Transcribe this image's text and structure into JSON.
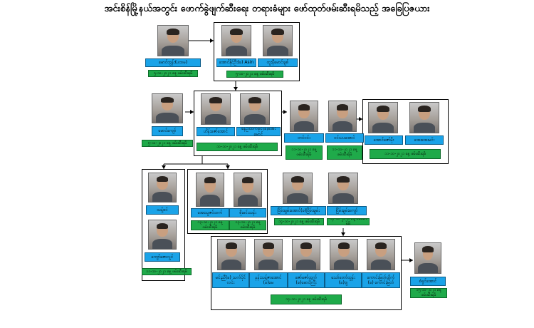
{
  "title": "အင်းစိန်မြို့နယ်အတွင်း ဖောက်ခွဲဖျက်ဆီးရေး တရားခံများ ဖော်ထုတ်ဖမ်းဆီးရမိသည့် အခြေပြဇယား",
  "people": [
    {
      "label": "မောင်ထွန်း(ပထမ)",
      "tag": "၅-၁၀-၂၀၂၁ နေ့ ဖမ်းဆီးရမိ"
    },
    {
      "label": "အောင်နိုင်ဦး(ခ) Asin",
      "tag": ""
    },
    {
      "label": "ထူးနီမောင်ချစ်",
      "tag": ""
    },
    {
      "label": "",
      "tag": "၅-၁၀-၂၀၂၁ နေ့ ဖမ်းဆီးရမိ"
    },
    {
      "label": "မောင်ကျော်",
      "tag": "၅-၁၀-၂၀၂၁ နေ့ ဖမ်းဆီးရမိ"
    },
    {
      "label": "ဟိန်းဇော်အောင်",
      "tag": ""
    },
    {
      "label": "နေဦးထက်ခိုင်(ခ)အေးမောင်",
      "tag": ""
    },
    {
      "label": "",
      "tag": "၁၀-၁၀-၂၀၂၁ နေ့ ဖမ်းဆီးရမိ"
    },
    {
      "label": "တင်ဝင်း",
      "tag": "၁၁-၁၀-၂၀၂၁ နေ့ ဖမ်းဆီးရမိ"
    },
    {
      "label": "ဝင်းပပအောင်",
      "tag": "၁၁-၁၀-၂၀၂၁ နေ့ ဖမ်းဆီးရမိ"
    },
    {
      "label": "အောင်ဇော်မိုး",
      "tag": ""
    },
    {
      "label": "အေးအေးမင်း",
      "tag": ""
    },
    {
      "label": "",
      "tag": "၁၁-၁၀-၂၀၂၁ နေ့ ဖမ်းဆီးရမိ"
    },
    {
      "label": "သန့်စင်",
      "tag": ""
    },
    {
      "label": "ကျော်ဇောလွင်",
      "tag": "၁၁-၁၀-၂၀၂၁ နေ့ ဖမ်းဆီးရမိ"
    },
    {
      "label": "အေးသူဇင်ထက်",
      "tag": "၁၃-၁၀-၂၀၂၁ နေ့ ဖမ်းဆီးရမိ"
    },
    {
      "label": "စိုးမင်းသန်း",
      "tag": "၁၃-၁၀-၂၀၂၁ နေ့ ဖမ်းဆီးရမိ"
    },
    {
      "label": "ငြိမ်းချမ်းအောင်(ခ)ငြိမ်းချမ်း",
      "tag": "၁၄-၁၀-၂၀၂၁ နေ့ ဖမ်းဆီးရမိ"
    },
    {
      "label": "ငြိမ်းချမ်းကျော်",
      "tag": "၁၄-၁၀-၂၀၂၁ နေ့ ဖမ်းဆီးရမိ"
    },
    {
      "label": "မင်းညီ(ခ) သက်ပိုင်လင်း",
      "tag": ""
    },
    {
      "label": "နန်းသန့်ဇာအောင် (ခ)မေ",
      "tag": ""
    },
    {
      "label": "ဇော်ဇော်ထက် (ခ)မောင်ကြီး",
      "tag": ""
    },
    {
      "label": "သော်တော်ထွန်း (ခ)ဗျ",
      "tag": ""
    },
    {
      "label": "ကောင်းမြတ်ထိုက် (ခ) ကောင်းမြတ်",
      "tag": ""
    },
    {
      "label": "",
      "tag": "၁၄-၁၀-၂၀၂၁ နေ့ ဖမ်းဆီးရမိ"
    },
    {
      "label": "စံရှင်အောင်",
      "tag": "၁၅-၁၀-၂၀၂၁ နေ့ ဖမ်းဆီးရမိ"
    }
  ]
}
